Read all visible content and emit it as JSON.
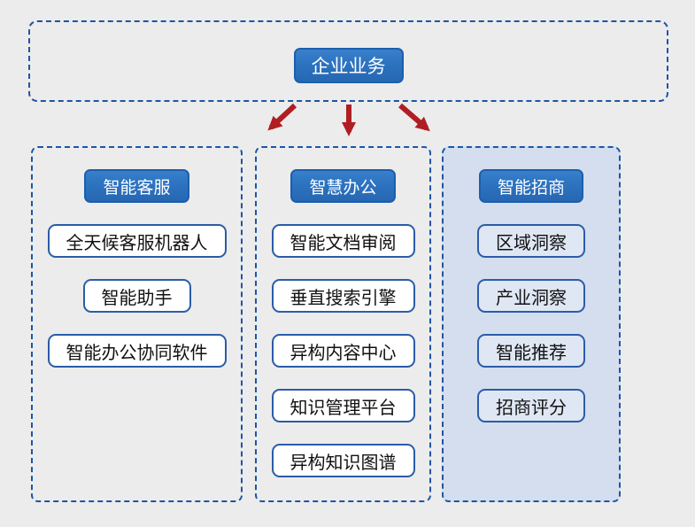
{
  "root": {
    "label": "企业业务"
  },
  "columns": [
    {
      "header": "智能客服",
      "highlighted": false,
      "items": [
        "全天候客服机器人",
        "智能助手",
        "智能办公协同软件"
      ]
    },
    {
      "header": "智慧办公",
      "highlighted": false,
      "items": [
        "智能文档审阅",
        "垂直搜索引擎",
        "异构内容中心",
        "知识管理平台",
        "异构知识图谱"
      ]
    },
    {
      "header": "智能招商",
      "highlighted": true,
      "items": [
        "区域洞察",
        "产业洞察",
        "智能推荐",
        "招商评分"
      ]
    }
  ],
  "colors": {
    "page_bg": "#ececec",
    "accent_blue": "#1d55a5",
    "node_fill": "#2e75c2",
    "node_border": "#1b5fae",
    "node_text": "#ffffff",
    "item_border": "#2b5ca8",
    "item_bg": "#ffffff",
    "item_text": "#111111",
    "highlight_panel_bg": "#d4deee",
    "highlight_item_bg": "#dfe7f4",
    "arrow_color": "#b01e24"
  }
}
